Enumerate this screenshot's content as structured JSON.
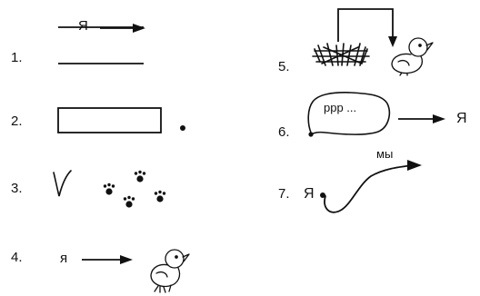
{
  "items": [
    {
      "number": "1.",
      "label": "Я"
    },
    {
      "number": "2."
    },
    {
      "number": "3."
    },
    {
      "number": "4.",
      "label": "я"
    },
    {
      "number": "5."
    },
    {
      "number": "6.",
      "bubble": "ррр ...",
      "label": "Я"
    },
    {
      "number": "7.",
      "label": "Я",
      "arrow_label": "мы"
    }
  ],
  "icons": [
    "double-line-icon",
    "arrow-icon",
    "rectangle-icon",
    "dot-icon",
    "check-mark-icon",
    "paw-prints-icon",
    "chick-icon",
    "nest-icon",
    "speech-bubble-icon",
    "curved-arrow-icon"
  ],
  "colors": {
    "ink": "#111111",
    "background": "#ffffff"
  }
}
